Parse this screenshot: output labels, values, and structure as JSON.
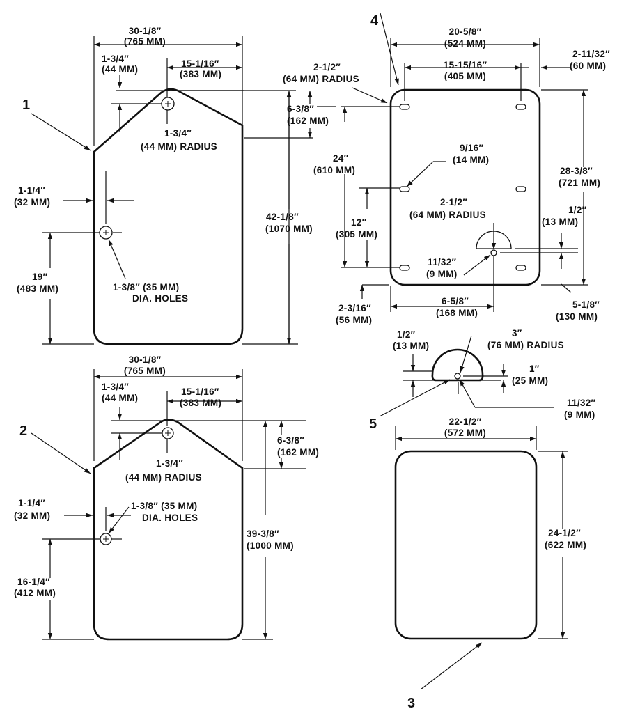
{
  "callouts": {
    "c1": "1",
    "c2": "2",
    "c3": "3",
    "c4": "4",
    "c5": "5"
  },
  "part1": {
    "width_in": "30-1/8″",
    "width_mm": "(765 MM)",
    "left_in": "1-3/4″",
    "left_mm": "(44 MM)",
    "half_in": "15-1/16″",
    "half_mm": "(383 MM)",
    "drop_in": "6-3/8″",
    "drop_mm": "(162 MM)",
    "radius_in": "1-3/4″",
    "radius_mm": "(44 MM) RADIUS",
    "edge_in": "1-1/4″",
    "edge_mm": "(32 MM)",
    "height_in": "42-1/8″",
    "height_mm": "(1070 MM)",
    "hole_h_in": "19″",
    "hole_h_mm": "(483 MM)",
    "holes_line1": "1-3/8″ (35 MM)",
    "holes_line2": "DIA. HOLES"
  },
  "part2": {
    "width_in": "30-1/8″",
    "width_mm": "(765 MM)",
    "left_in": "1-3/4″",
    "left_mm": "(44 MM)",
    "half_in": "15-1/16″",
    "half_mm": "(383 MM)",
    "drop_in": "6-3/8″",
    "drop_mm": "(162 MM)",
    "radius_in": "1-3/4″",
    "radius_mm": "(44 MM) RADIUS",
    "edge_in": "1-1/4″",
    "edge_mm": "(32 MM)",
    "holes_line1": "1-3/8″ (35 MM)",
    "holes_line2": "DIA. HOLES",
    "height_in": "39-3/8″",
    "height_mm": "(1000 MM)",
    "hole_h_in": "16-1/4″",
    "hole_h_mm": "(412 MM)"
  },
  "part4": {
    "width_in": "20-5/8″",
    "width_mm": "(524 MM)",
    "inner_in": "15-15/16″",
    "inner_mm": "(405 MM)",
    "side_in": "2-11/32″",
    "side_mm": "(60 MM)",
    "corner_in": "2-1/2″",
    "corner_mm": "(64 MM) RADIUS",
    "drop_in": "6-3/8″",
    "drop_mm": "(162 MM)",
    "slot_in": "9/16″",
    "slot_mm": "(14 MM)",
    "span24_in": "24″",
    "span24_mm": "(610 MM)",
    "height_in": "28-3/8″",
    "height_mm": "(721 MM)",
    "semi_in": "2-1/2″",
    "semi_mm": "(64 MM) RADIUS",
    "span12_in": "12″",
    "span12_mm": "(305 MM)",
    "half_in": "1/2″",
    "half_mm": "(13 MM)",
    "pin_in": "11/32″",
    "pin_mm": "(9 MM)",
    "bottom_in": "2-3/16″",
    "bottom_mm": "(56 MM)",
    "offset_in": "6-5/8″",
    "offset_mm": "(168 MM)",
    "rise_in": "5-1/8″",
    "rise_mm": "(130 MM)"
  },
  "part5": {
    "half_in": "1/2″",
    "half_mm": "(13 MM)",
    "radius_in": "3″",
    "radius_mm": "(76 MM) RADIUS",
    "one_in": "1″",
    "one_mm": "(25 MM)",
    "pin_in": "11/32″",
    "pin_mm": "(9 MM)"
  },
  "part3": {
    "width_in": "22-1/2″",
    "width_mm": "(572 MM)",
    "height_in": "24-1/2″",
    "height_mm": "(622 MM)"
  }
}
